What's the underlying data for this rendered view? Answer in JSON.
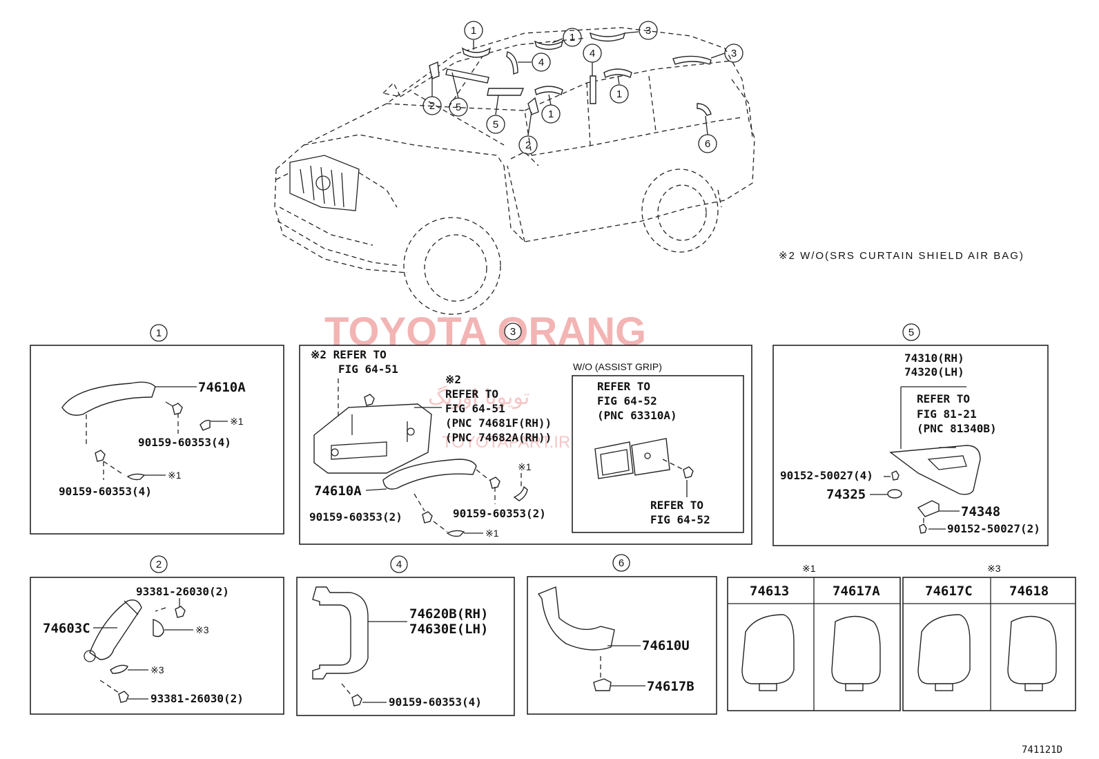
{
  "overview": {
    "callouts": [
      {
        "num": "1"
      },
      {
        "num": "1"
      },
      {
        "num": "3"
      },
      {
        "num": "4"
      },
      {
        "num": "4"
      },
      {
        "num": "3"
      },
      {
        "num": "2"
      },
      {
        "num": "5"
      },
      {
        "num": "5"
      },
      {
        "num": "1"
      },
      {
        "num": "1"
      },
      {
        "num": "2"
      },
      {
        "num": "6"
      }
    ],
    "note": "※2 W/O(SRS CURTAIN SHIELD AIR BAG)"
  },
  "watermark": {
    "title": "TOYOTA ORANG",
    "persian": "تویوتا اورنگ",
    "url": "TOYOTAPART.IR"
  },
  "panel1": {
    "num": "1",
    "labels": {
      "part": "74610A",
      "bolt_top": "90159-60353(4)",
      "note_top": "※1",
      "bolt_bottom": "90159-60353(4)",
      "note_bottom": "※1"
    }
  },
  "panel3": {
    "num": "3",
    "labels": {
      "ref1_a": "※2 REFER TO",
      "ref1_b": "FIG 64-51",
      "ref2_a": "※2",
      "ref2_b": "REFER TO",
      "ref2_c": "FIG 64-51",
      "ref2_d": "(PNC 74681F(RH))",
      "ref2_e": "(PNC 74682A(RH))",
      "part": "74610A",
      "bolt_left": "90159-60353(2)",
      "bolt_right": "90159-60353(2)",
      "note_a": "※1",
      "note_b": "※1"
    },
    "subpanel": {
      "title": "W/O (ASSIST GRIP)",
      "ref_a": "REFER TO",
      "ref_b": "FIG 64-52",
      "ref_c": "(PNC 63310A)",
      "ref2_a": "REFER TO",
      "ref2_b": "FIG 64-52"
    }
  },
  "panel5": {
    "num": "5",
    "labels": {
      "part_rh": "74310(RH)",
      "part_lh": "74320(LH)",
      "ref_a": "REFER TO",
      "ref_b": "FIG 81-21",
      "ref_c": "(PNC 81340B)",
      "screw_top": "90152-50027(4)",
      "clip": "74325",
      "holder": "74348",
      "screw_bottom": "90152-50027(2)"
    }
  },
  "panel2": {
    "num": "2",
    "labels": {
      "screw_top": "93381-26030(2)",
      "part": "74603C",
      "cover_top": "※3",
      "cover_bottom": "※3",
      "screw_bottom": "93381-26030(2)"
    }
  },
  "panel4": {
    "num": "4",
    "labels": {
      "part_rh": "74620B(RH)",
      "part_lh": "74630E(LH)",
      "bolt": "90159-60353(4)"
    }
  },
  "panel6": {
    "num": "6",
    "labels": {
      "part": "74610U",
      "cover": "74617B"
    }
  },
  "table1": {
    "mark": "※1",
    "headers": [
      "74613",
      "74617A"
    ]
  },
  "table3": {
    "mark": "※3",
    "headers": [
      "74617C",
      "74618"
    ]
  },
  "footer": {
    "code": "741121D"
  }
}
